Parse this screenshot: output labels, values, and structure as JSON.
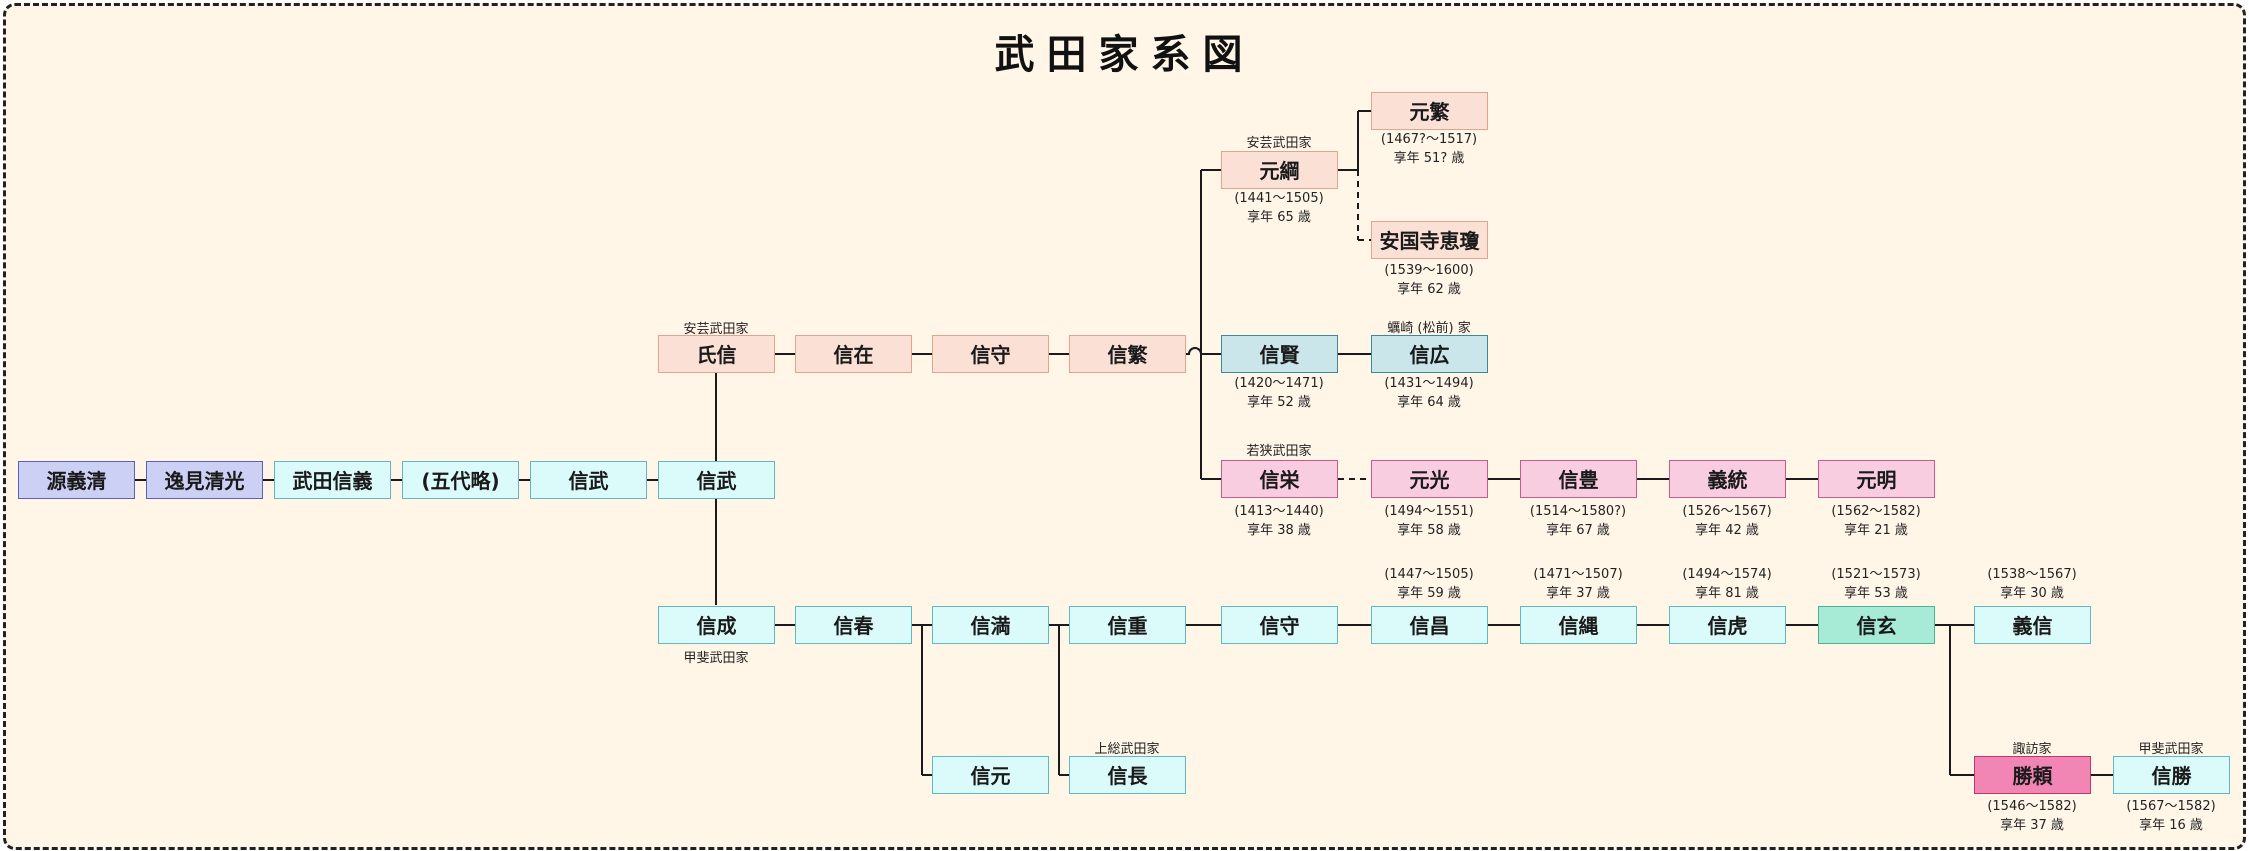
{
  "title": "武田家系図",
  "nodes": {
    "minamoto_yoshikiyo": "源義清",
    "henmi_kiyomitsu": "逸見清光",
    "takeda_nobuyoshi": "武田信義",
    "godai_ryaku": "(五代略)",
    "nobutake1": "信武",
    "nobutake2": "信武",
    "ujinobu": "氏信",
    "nobuari": "信在",
    "nobumori_aki": "信守",
    "nobushige_aki": "信繁",
    "motozuna": "元綱",
    "motoshige": "元繁",
    "ankokuji_ekei": "安国寺恵瓊",
    "nobukata": "信賢",
    "nobuhiro": "信広",
    "nobuhide": "信栄",
    "motomitsu": "元光",
    "nobutoyo": "信豊",
    "yoshizumi": "義統",
    "motoaki": "元明",
    "nobunari": "信成",
    "nobuharu": "信春",
    "nobumitsu": "信満",
    "nobushige": "信重",
    "nobumori": "信守",
    "nobumasa": "信昌",
    "nobutsuna": "信縄",
    "nobutora": "信虎",
    "shingen": "信玄",
    "yoshinobu": "義信",
    "nobumoto": "信元",
    "nobunaga": "信長",
    "katsuyori": "勝頼",
    "nobukatsu": "信勝"
  },
  "labels": {
    "aki_takeda_ujinobu": "安芸武田家",
    "aki_takeda_motozuna": "安芸武田家",
    "kakizaki_matsumae": "蠣崎 (松前) 家",
    "wakasa_takeda": "若狭武田家",
    "kai_takeda_nobunari": "甲斐武田家",
    "kazusa_takeda": "上総武田家",
    "suwa": "諏訪家",
    "kai_takeda_nobukatsu": "甲斐武田家"
  },
  "info": {
    "motoshige": {
      "years": "(1467?～1517)",
      "age": "享年 51? 歳"
    },
    "motozuna": {
      "years": "(1441～1505)",
      "age": "享年 65 歳"
    },
    "ankokuji_ekei": {
      "years": "(1539～1600)",
      "age": "享年 62 歳"
    },
    "nobukata": {
      "years": "(1420～1471)",
      "age": "享年 52 歳"
    },
    "nobuhiro": {
      "years": "(1431～1494)",
      "age": "享年 64 歳"
    },
    "nobuhide": {
      "years": "(1413～1440)",
      "age": "享年 38 歳"
    },
    "motomitsu": {
      "years": "(1494～1551)",
      "age": "享年 58 歳"
    },
    "nobutoyo": {
      "years": "(1514～1580?)",
      "age": "享年 67 歳"
    },
    "yoshizumi": {
      "years": "(1526～1567)",
      "age": "享年 42 歳"
    },
    "motoaki": {
      "years": "(1562～1582)",
      "age": "享年 21 歳"
    },
    "nobumasa": {
      "years": "(1447～1505)",
      "age": "享年 59 歳"
    },
    "nobutsuna": {
      "years": "(1471～1507)",
      "age": "享年 37 歳"
    },
    "nobutora": {
      "years": "(1494～1574)",
      "age": "享年 81 歳"
    },
    "shingen": {
      "years": "(1521～1573)",
      "age": "享年 53 歳"
    },
    "yoshinobu": {
      "years": "(1538～1567)",
      "age": "享年 30 歳"
    },
    "katsuyori": {
      "years": "(1546～1582)",
      "age": "享年 37 歳"
    },
    "nobukatsu": {
      "years": "(1567～1582)",
      "age": "享年 16 歳"
    }
  },
  "colors": {
    "background": "#fff6e8",
    "early_ancestors": "#cdd0f5",
    "kai_line": "#dbfafa",
    "aki_line": "#fbe0d6",
    "kakizaki_line": "#cbe6ea",
    "wakasa_line": "#f9cde0",
    "katsuyori": "#f186b4",
    "shingen": "#a7ead5"
  }
}
